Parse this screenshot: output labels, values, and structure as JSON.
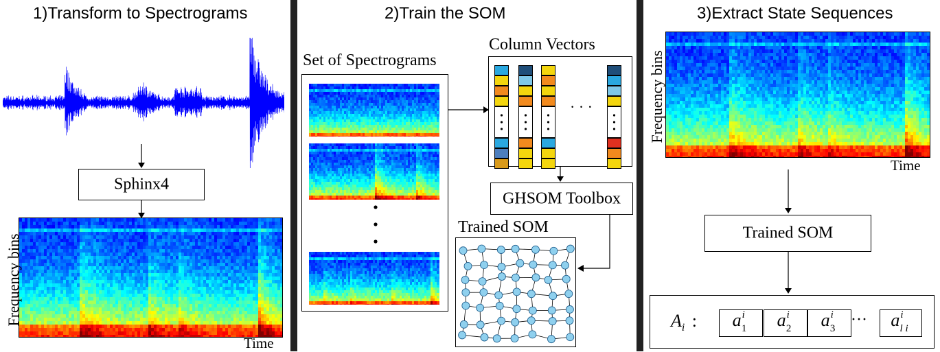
{
  "panel1": {
    "title": "1)Transform to Spectrograms",
    "sphinx_label": "Sphinx4",
    "ylabel": "Frequency bins",
    "xlabel": "Time"
  },
  "panel2": {
    "title": "2)Train the SOM",
    "set_label": "Set of Spectrograms",
    "column_label": "Column Vectors",
    "dots": "· · ·",
    "ghsom_label": "GHSOM Toolbox",
    "trained_label": "Trained SOM"
  },
  "panel3": {
    "title": "3)Extract State Sequences",
    "ylabel": "Frequency bins",
    "xlabel": "Time",
    "trained_label": "Trained SOM",
    "seq_label": "A",
    "seq_sub": "i",
    "seq_colon": ":",
    "items": [
      {
        "base": "a",
        "sup": "i",
        "sub": "1"
      },
      {
        "base": "a",
        "sup": "i",
        "sub": "2"
      },
      {
        "base": "a",
        "sup": "i",
        "sub": "3"
      },
      {
        "base": "a",
        "sup": "i",
        "sub": "l i"
      }
    ],
    "seq_dots": "···"
  },
  "colors": {
    "waveform": "#0000ff",
    "divider": "#222222",
    "node_fill": "#8fd0ee",
    "node_stroke": "#1a5a8a"
  }
}
